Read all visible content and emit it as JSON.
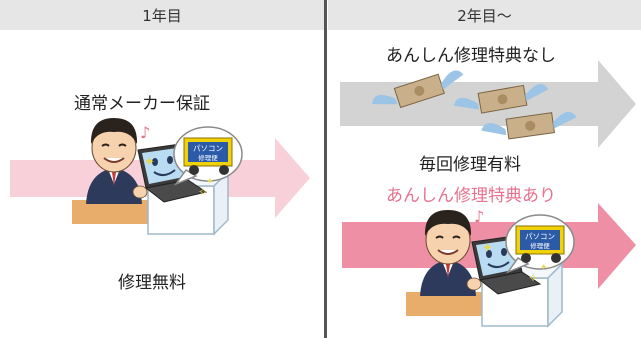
{
  "year1": {
    "header": "1年目",
    "standard_warranty": "通常メーカー保証",
    "free_repair": "修理無料"
  },
  "year2": {
    "header": "2年目〜",
    "no_benefit": "あんしん修理特典なし",
    "paid_repair": "毎回修理有料",
    "with_benefit": "あんしん修理特典あり"
  },
  "truck_label": {
    "line1": "パソコン",
    "line2": "修理便"
  },
  "colors": {
    "arrow_light_pink": "#f8d0d9",
    "arrow_pink": "#ef8fa6",
    "arrow_gray": "#d3d3d3",
    "label_pink": "#e8728f",
    "header_bg": "#e6e6e6"
  },
  "icons": [
    "music-note-icon",
    "sparkle-icon",
    "delivery-truck-icon",
    "flying-money-icon"
  ]
}
